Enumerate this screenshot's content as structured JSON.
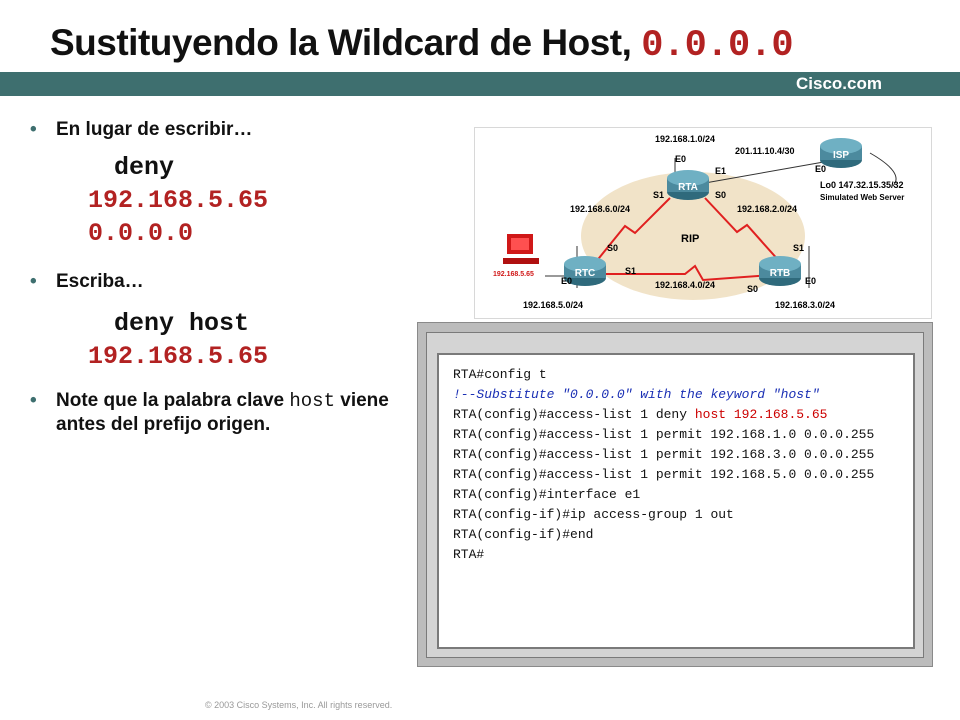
{
  "slide": {
    "title_text": "Sustituyendo  la Wildcard de Host, ",
    "title_code": "0.0.0.0",
    "brand": "Cisco.com",
    "copyright": "© 2003 Cisco Systems, Inc. All rights reserved."
  },
  "bullets": [
    {
      "text": "En lugar de escribir…",
      "code_kw": "deny",
      "code_rest": [
        "192.168.5.65",
        "0.0.0.0"
      ]
    },
    {
      "text": "Escriba…",
      "code_kw": "deny host",
      "code_rest": [
        "192.168.5.65"
      ]
    },
    {
      "pre": "Note que la palabra clave ",
      "code": "host",
      "post": " viene antes del prefijo origen."
    }
  ],
  "diagram": {
    "isp": "ISP",
    "rta": "RTA",
    "rtb": "RTB",
    "rtc": "RTC",
    "rip": "RIP",
    "net_rta_e0": "192.168.1.0/24",
    "net_isp": "201.11.10.4/30",
    "lo0": "Lo0 147.32.15.35/32",
    "web": "Simulated Web Server",
    "net_rta_rtc": "192.168.6.0/24",
    "net_rta_rtb": "192.168.2.0/24",
    "net_rtc_rtb": "192.168.4.0/24",
    "net_rtc_e0": "192.168.5.0/24",
    "net_rtb_e0": "192.168.3.0/24",
    "pc_ip": "192.168.5.65",
    "e0": "E0",
    "e1": "E1",
    "s0": "S0",
    "s1": "S1"
  },
  "terminal": {
    "l1": "RTA#config t",
    "l2": "!--Substitute \"0.0.0.0\" with the keyword \"host\"",
    "l3a": "RTA(config)#access-list 1 deny ",
    "l3b": "host 192.168.5.65",
    "l4": "RTA(config)#access-list 1 permit 192.168.1.0 0.0.0.255",
    "l5": "RTA(config)#access-list 1 permit 192.168.3.0 0.0.0.255",
    "l6": "RTA(config)#access-list 1 permit 192.168.5.0 0.0.0.255",
    "l7": "RTA(config)#interface e1",
    "l8": "RTA(config-if)#ip access-group 1 out",
    "l9": "RTA(config-if)#end",
    "l10": "RTA#"
  },
  "colors": {
    "bar": "#3e6f6f",
    "code_red": "#b22222",
    "comment_blue": "#1a2fb4"
  }
}
